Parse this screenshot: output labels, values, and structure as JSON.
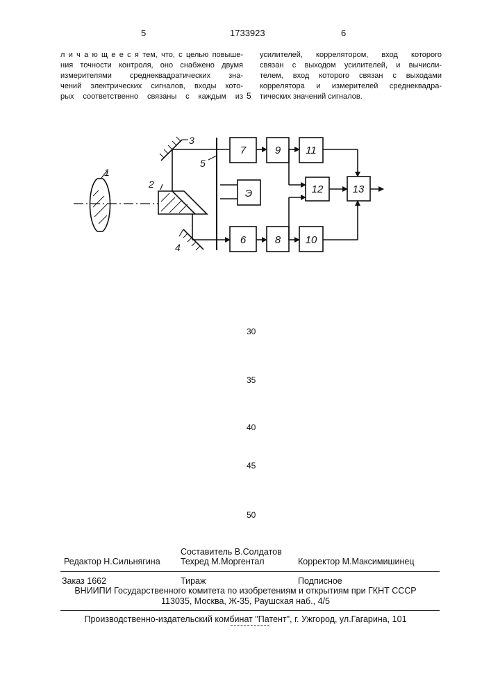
{
  "header": {
    "page_left": "5",
    "patent_number": "1733923",
    "page_right": "6",
    "col_margin_number": "5"
  },
  "left_column": [
    "л и ч а ю щ е е с я  тем, что, с целью повыше-",
    "ния точности контроля, оно снабжено двумя",
    "измерителями среднеквадратических зна-",
    "чений электрических сигналов, входы кото-",
    "рых соответственно связаны с каждым из"
  ],
  "right_column": [
    "усилителей, коррелятором, вход которого",
    "связан  с выходом усилителей, и вычисли-",
    "телем, вход которого связан с выходами",
    "коррелятора и измерителей среднеквадра-",
    "тических значений сигналов."
  ],
  "figure": {
    "labels": {
      "lens": "1",
      "prism": "2",
      "mirror_top": "3",
      "mirror_bottom": "4",
      "photodetector": "5",
      "amp_top": "7",
      "amp_bottom": "6",
      "source": "Э",
      "filter_top": "9",
      "filter_bottom": "8",
      "rms_top": "11",
      "rms_bottom": "10",
      "correlator": "12",
      "calculator": "13"
    }
  },
  "line_numbers": [
    "30",
    "35",
    "40",
    "45",
    "50"
  ],
  "imprint": {
    "compiler": "Составитель  В.Солдатов",
    "editor": "Редактор  Н.Сильнягина",
    "techred": "Техред М.Моргентал",
    "corrector": "Корректор  М.Максимишинец",
    "order": "Заказ  1662",
    "circulation": "Тираж",
    "subscription": "Подписное",
    "institute": "ВНИИПИ Государственного комитета по изобретениям и открытиям при ГКНТ СССР",
    "address": "113035, Москва, Ж-35, Раушская наб., 4/5",
    "plant": "Производственно-издательский комбинат \"Патент\", г. Ужгород, ул.Гагарина, 101"
  }
}
